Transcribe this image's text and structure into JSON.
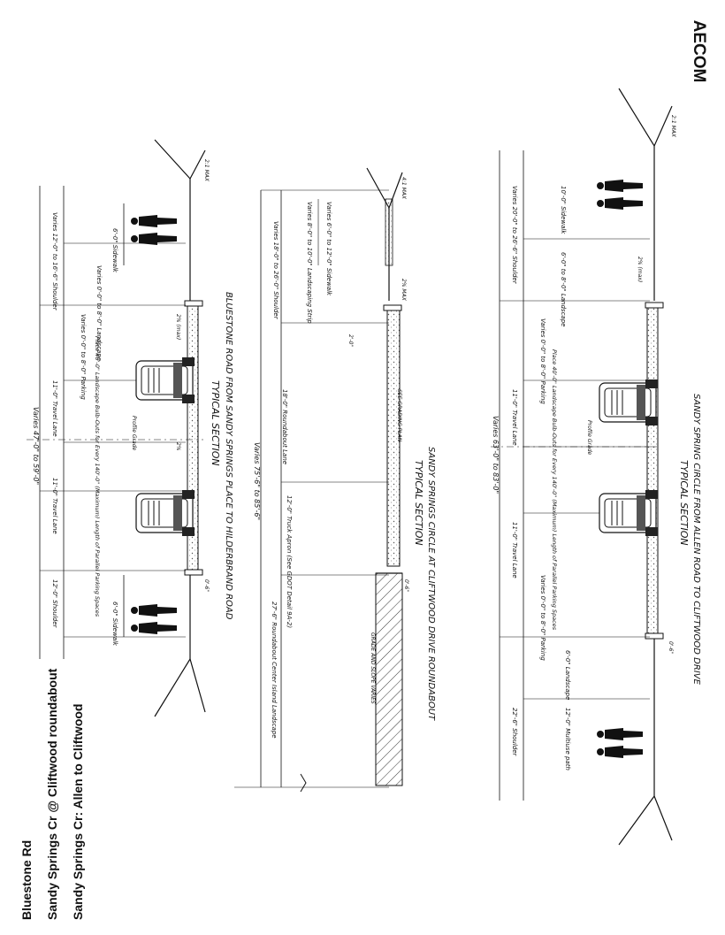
{
  "brand": {
    "logo_text": "AECOM"
  },
  "legend": {
    "lines": [
      "Bluestone Rd",
      "Sandy Springs Cr @ Cliftwood roundabout",
      "Sandy Springs Cr: Allen to Cliftwood"
    ]
  },
  "sections": [
    {
      "title": "TYPICAL SECTION",
      "subtitle": "BLUESTONE ROAD FROM SANDY SPRINGS PLACE TO HILDERBRAND ROAD",
      "overall_width": "Varies 47'-0\" to 59'-0\"",
      "dimensions": [
        "Varies 12'-0\" to 16'-6\" Shoulder",
        "6'-0\" Sidewalk",
        "Varies 0'-0\" to 8'-0\" Parking",
        "11'-0\" Travel Lane",
        "11'-0\" Travel Lane",
        "12'-0\" Shoulder",
        "6'-0\" Sidewalk",
        "Varies 0'-0\" to 8'-0\" Landscape"
      ],
      "notes": [
        "Place 40'-0\" Landscape Bulb-Outs for Every 140'-0\" (Maximum) Length of Parallel Parking Spaces",
        "Profile Grade",
        "2:1 MAX",
        "2% (max)",
        "2%",
        "0'-6\""
      ]
    },
    {
      "title": "TYPICAL SECTION",
      "subtitle": "SANDY SPRINGS CIRCLE AT CLIFTWOOD DRIVE ROUNDABOUT",
      "overall_width": "Varies 75'-6\" to 85'-6\"",
      "dimensions": [
        "Varies 18'-0\" to 26'-0\" Shoulder",
        "Varies 6'-0\" to 12'-0\" Sidewalk",
        "Varies 8'-0\" to 10'-0\" Landscaping Strip",
        "18'-0\" Roundabout Lane",
        "12'-0\" Truck Apron (See GDOT Detail 9A-2)",
        "27'-6\" Roundabout Center Island Landscape"
      ],
      "notes": [
        "4:1 MAX",
        "2% MAX",
        "SEE GRADING PLAN",
        "GRADE AND SLOPE VARIES",
        "2'-0\"",
        "0'-6\""
      ]
    },
    {
      "title": "TYPICAL SECTION",
      "subtitle": "SANDY SPRING CIRCLE FROM ALLEN ROAD TO CLIFTWOOD DRIVE",
      "overall_width": "Varies 63'-0\" to 83'-0\"",
      "dimensions": [
        "Varies 20'-0\" to 26'-6\" Shoulder",
        "10'-0\" Sidewalk",
        "6'-0\" to 8'-0\" Landscape",
        "Varies 0'-0\" to 8'-0\" Parking",
        "11'-0\" Travel Lane",
        "11'-0\" Travel Lane",
        "Varies 0'-0\" to 8'-0\" Parking",
        "22'-6\" Shoulder",
        "12'-0\" Multiuse path",
        "6'-0\" Landscape"
      ],
      "notes": [
        "Place 40'-0\" Landscape Bulb-Outs for Every 140'-0\" (Maximum) Length of Parallel Parking Spaces",
        "Profile Grade",
        "2:1 MAX",
        "2% (max)",
        "0'-6\""
      ]
    }
  ]
}
